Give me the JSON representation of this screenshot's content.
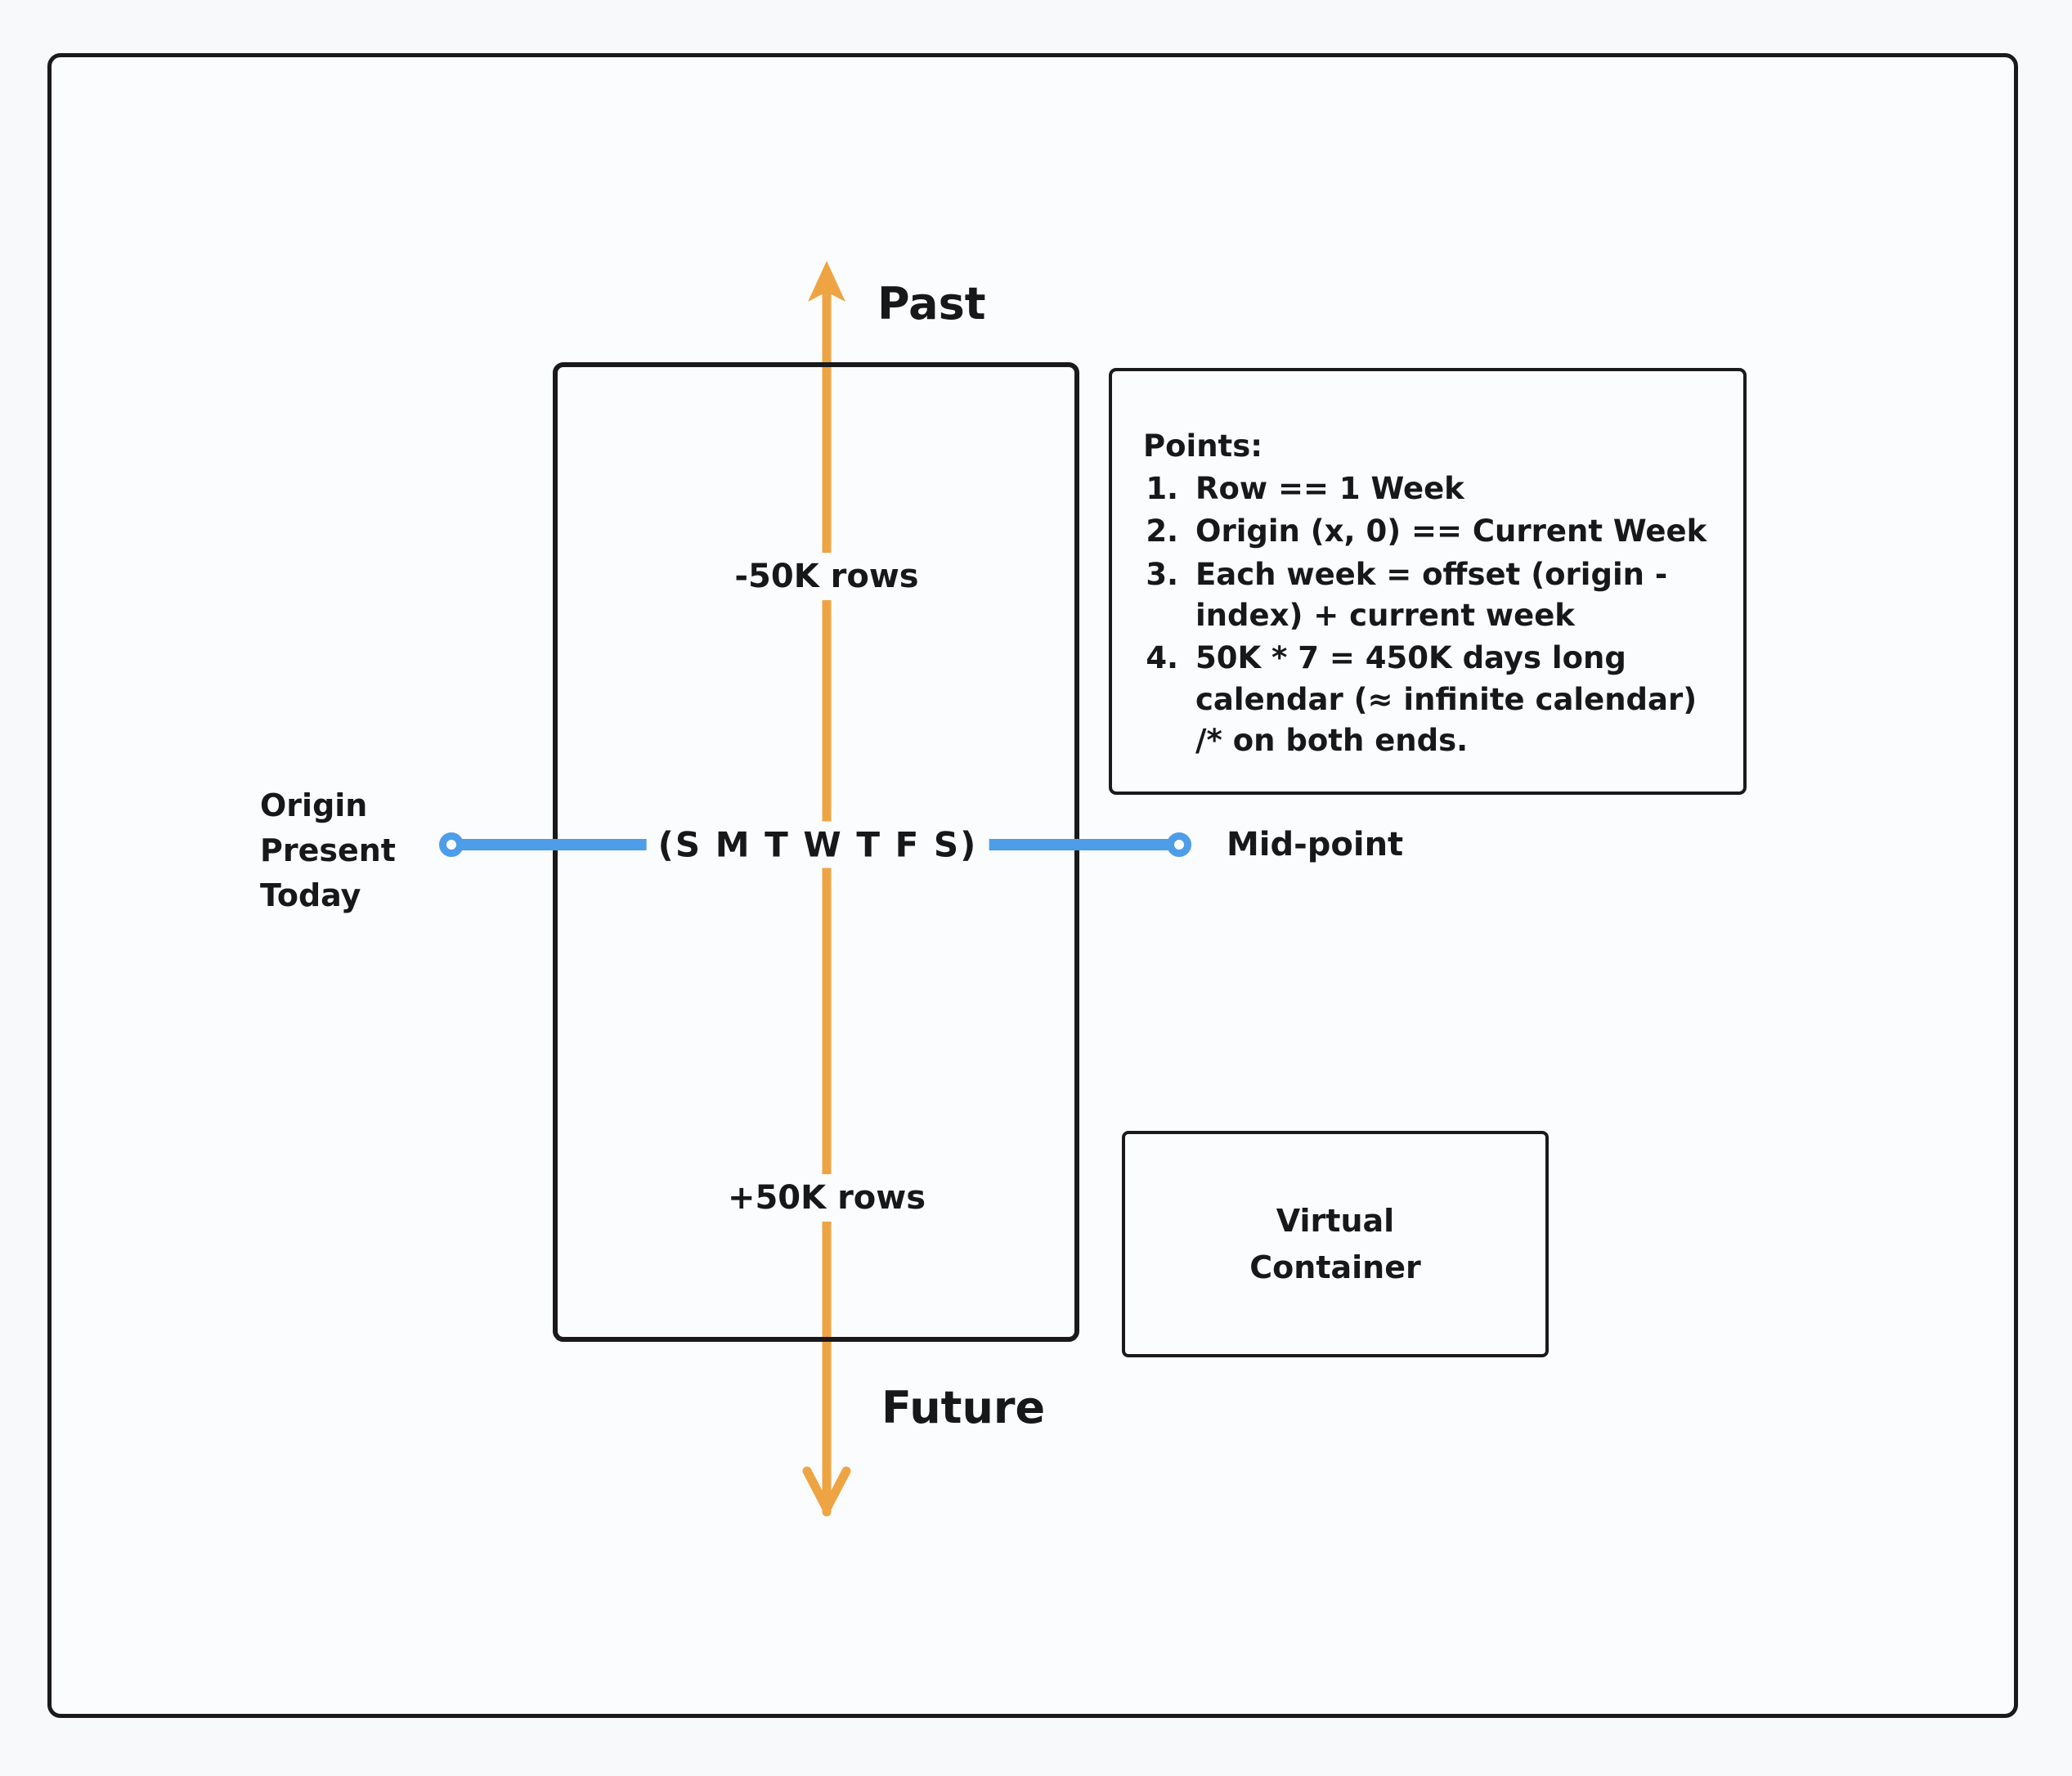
{
  "canvas": {
    "background": "#F8F9FB",
    "frame_color": "#1A1A1C"
  },
  "colors": {
    "axis_orange": "#EFA444",
    "connector_blue": "#4E9DE8",
    "ink_black": "#17181A",
    "surface": "#FBFCFD"
  },
  "axis": {
    "past_label": "Past",
    "future_label": "Future",
    "past_rows_label": "-50K rows",
    "future_rows_label": "+50K rows",
    "direction_up": "past",
    "direction_down": "future"
  },
  "origin": {
    "lines": "Origin\nPresent\nToday",
    "line1": "Origin",
    "line2": "Present",
    "line3": "Today"
  },
  "midpoint": {
    "label": "Mid-point",
    "weekday_row": "(S M T W T F S)"
  },
  "notes": {
    "title": "Points:",
    "items": [
      "Row == 1 Week",
      "Origin (x, 0) == Current Week",
      "Each week = offset (origin - index) + current week",
      "50K * 7 = 450K days long calendar (≈ infinite calendar) /* on both ends."
    ]
  },
  "virtual_container": {
    "label": "Virtual\nContainer"
  }
}
